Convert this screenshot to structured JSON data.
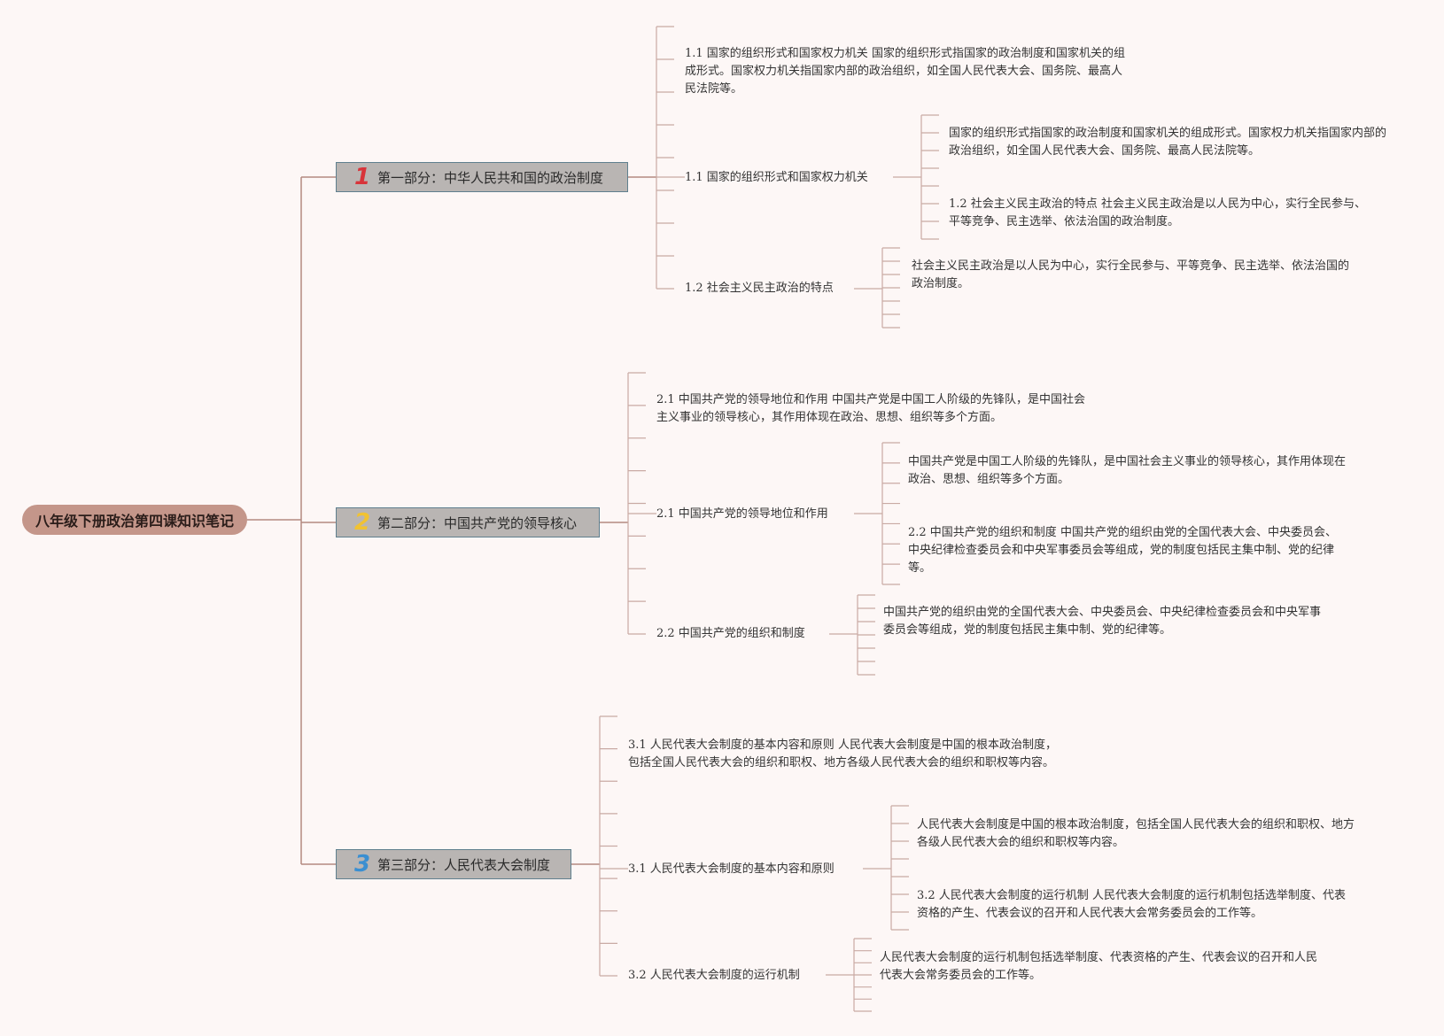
{
  "root": "八年级下册政治第四课知识笔记",
  "colors": {
    "line": "#c9aaa4",
    "root": "#c4968a",
    "node": "#b9b5b3",
    "num1": "#d8343a",
    "num2": "#f1c232",
    "num3": "#3b8fd1"
  },
  "parts": [
    {
      "num": "1",
      "title": "第一部分：中华人民共和国的政治制度",
      "note": "1.1 国家的组织形式和国家权力机关 国家的组织形式指国家的政治制度和国家机关的组成形式。国家权力机关指国家内部的政治组织，如全国人民代表大会、国务院、最高人民法院等。",
      "branches": [
        {
          "label": "1.1 国家的组织形式和国家权力机关",
          "notes": [
            "国家的组织形式指国家的政治制度和国家机关的组成形式。国家权力机关指国家内部的政治组织，如全国人民代表大会、国务院、最高人民法院等。",
            "1.2 社会主义民主政治的特点 社会主义民主政治是以人民为中心，实行全民参与、平等竞争、民主选举、依法治国的政治制度。"
          ]
        },
        {
          "label": "1.2 社会主义民主政治的特点",
          "notes": [
            "社会主义民主政治是以人民为中心，实行全民参与、平等竞争、民主选举、依法治国的政治制度。"
          ]
        }
      ]
    },
    {
      "num": "2",
      "title": "第二部分：中国共产党的领导核心",
      "note": "2.1 中国共产党的领导地位和作用 中国共产党是中国工人阶级的先锋队，是中国社会主义事业的领导核心，其作用体现在政治、思想、组织等多个方面。",
      "branches": [
        {
          "label": "2.1 中国共产党的领导地位和作用",
          "notes": [
            "中国共产党是中国工人阶级的先锋队，是中国社会主义事业的领导核心，其作用体现在政治、思想、组织等多个方面。",
            "2.2 中国共产党的组织和制度 中国共产党的组织由党的全国代表大会、中央委员会、中央纪律检查委员会和中央军事委员会等组成，党的制度包括民主集中制、党的纪律等。"
          ]
        },
        {
          "label": "2.2 中国共产党的组织和制度",
          "notes": [
            "中国共产党的组织由党的全国代表大会、中央委员会、中央纪律检查委员会和中央军事委员会等组成，党的制度包括民主集中制、党的纪律等。"
          ]
        }
      ]
    },
    {
      "num": "3",
      "title": "第三部分：人民代表大会制度",
      "note": "3.1 人民代表大会制度的基本内容和原则 人民代表大会制度是中国的根本政治制度，包括全国人民代表大会的组织和职权、地方各级人民代表大会的组织和职权等内容。",
      "branches": [
        {
          "label": "3.1 人民代表大会制度的基本内容和原则",
          "notes": [
            "人民代表大会制度是中国的根本政治制度，包括全国人民代表大会的组织和职权、地方各级人民代表大会的组织和职权等内容。",
            "3.2 人民代表大会制度的运行机制 人民代表大会制度的运行机制包括选举制度、代表资格的产生、代表会议的召开和人民代表大会常务委员会的工作等。"
          ]
        },
        {
          "label": "3.2 人民代表大会制度的运行机制",
          "notes": [
            "人民代表大会制度的运行机制包括选举制度、代表资格的产生、代表会议的召开和人民代表大会常务委员会的工作等。"
          ]
        }
      ]
    }
  ]
}
